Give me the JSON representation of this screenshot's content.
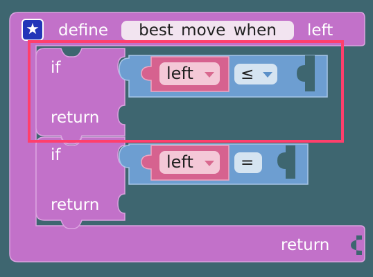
{
  "define_block": {
    "star_icon": "★",
    "keyword": "define",
    "function_name": "best move when",
    "param": "left"
  },
  "rows": [
    {
      "if_label": "if",
      "return_label": "return",
      "var": "left",
      "operator": "≤"
    },
    {
      "if_label": "if",
      "return_label": "return",
      "var": "left",
      "operator": "="
    }
  ],
  "final_return": "return",
  "colors": {
    "background": "#3e6670",
    "procedure": "#c271c9",
    "logic": "#6d9ed1",
    "variable": "#d6628f",
    "highlight": "#ff3f6c"
  }
}
